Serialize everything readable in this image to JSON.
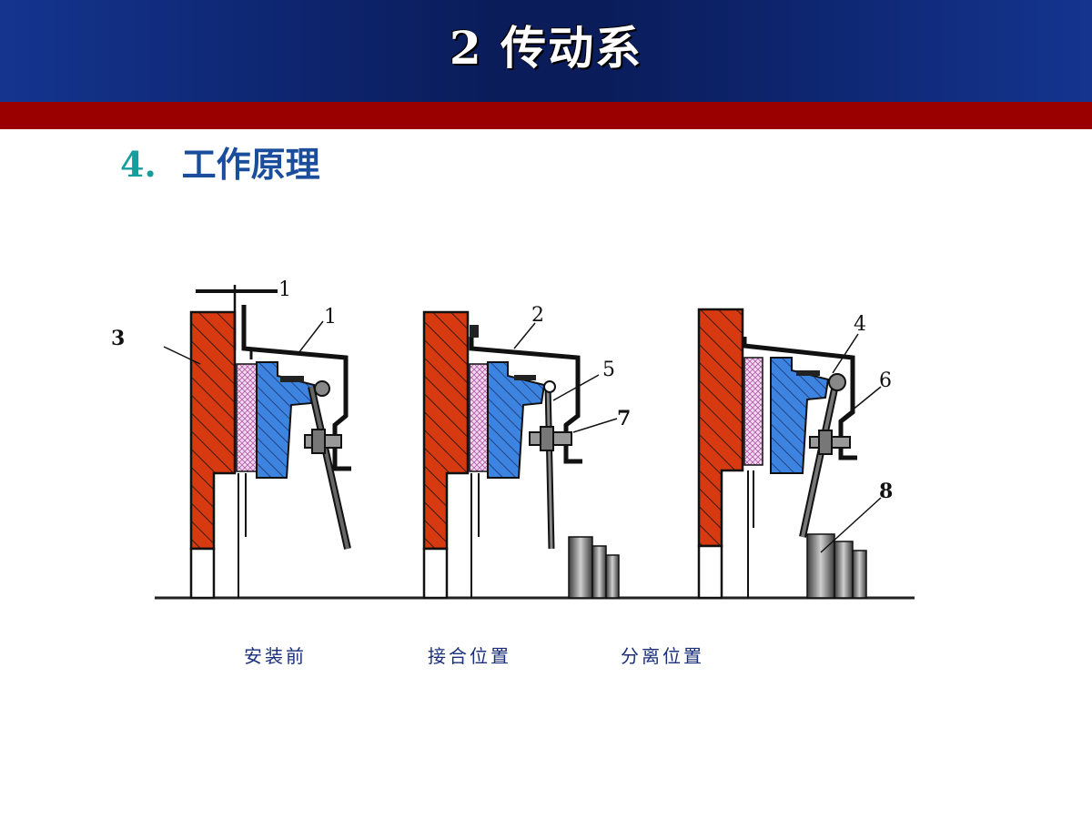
{
  "slide": {
    "title": "2  传动系",
    "section": {
      "number": "4.",
      "text": "工作原理"
    }
  },
  "diagram": {
    "part_labels": [
      "1",
      "1",
      "2",
      "3",
      "4",
      "5",
      "6",
      "7",
      "8"
    ],
    "captions": [
      "安装前",
      "接合位置",
      "分离位置"
    ]
  },
  "colors": {
    "header_blue": "#0a1c5a",
    "header_red": "#9a0000",
    "flywheel_red": "#d73a10",
    "pressure_plate_blue": "#3d83e0",
    "friction_pink": "#e8b4e0"
  }
}
